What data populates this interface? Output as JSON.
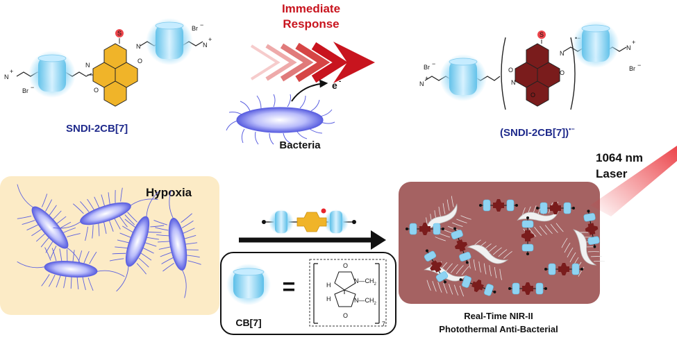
{
  "labels": {
    "immediate": "Immediate",
    "response": "Response",
    "electron": "e",
    "electron_sup": "-",
    "bacteria": "Bacteria",
    "sndi": "SNDI-2CB[7]",
    "radical": "(SNDI-2CB[7])",
    "radical_sup": "•−",
    "hypoxia": "Hypoxia",
    "laser_line1": "1064 nm",
    "laser_line2": "Laser",
    "cb7": "CB[7]",
    "equals": "=",
    "caption_line1": "Real-Time NIR-II",
    "caption_line2": "Photothermal Anti-Bacterial"
  },
  "chem": {
    "sulfur": "S",
    "oxygen": "O",
    "nitrogen": "N",
    "hydrogen": "H",
    "bromide": "Br",
    "bromide_sup": "−",
    "cation_sup": "+",
    "ch2": "N—CH",
    "ch2_sub": "2",
    "repeat_sub": "7",
    "radical_sup": "•−"
  },
  "colors": {
    "title_red": "#c8141e",
    "label_blue": "#1f2a8c",
    "ndi_yellow": "#f0b429",
    "ndi_dark_red": "#7a1c1c",
    "cb_blue": "#8fd3f2",
    "hypoxia_bg": "#fcebc6",
    "treated_bg": "#9c5b5b",
    "bacteria_blue": "#5a5fe0",
    "laser_red": "#e8242b"
  }
}
